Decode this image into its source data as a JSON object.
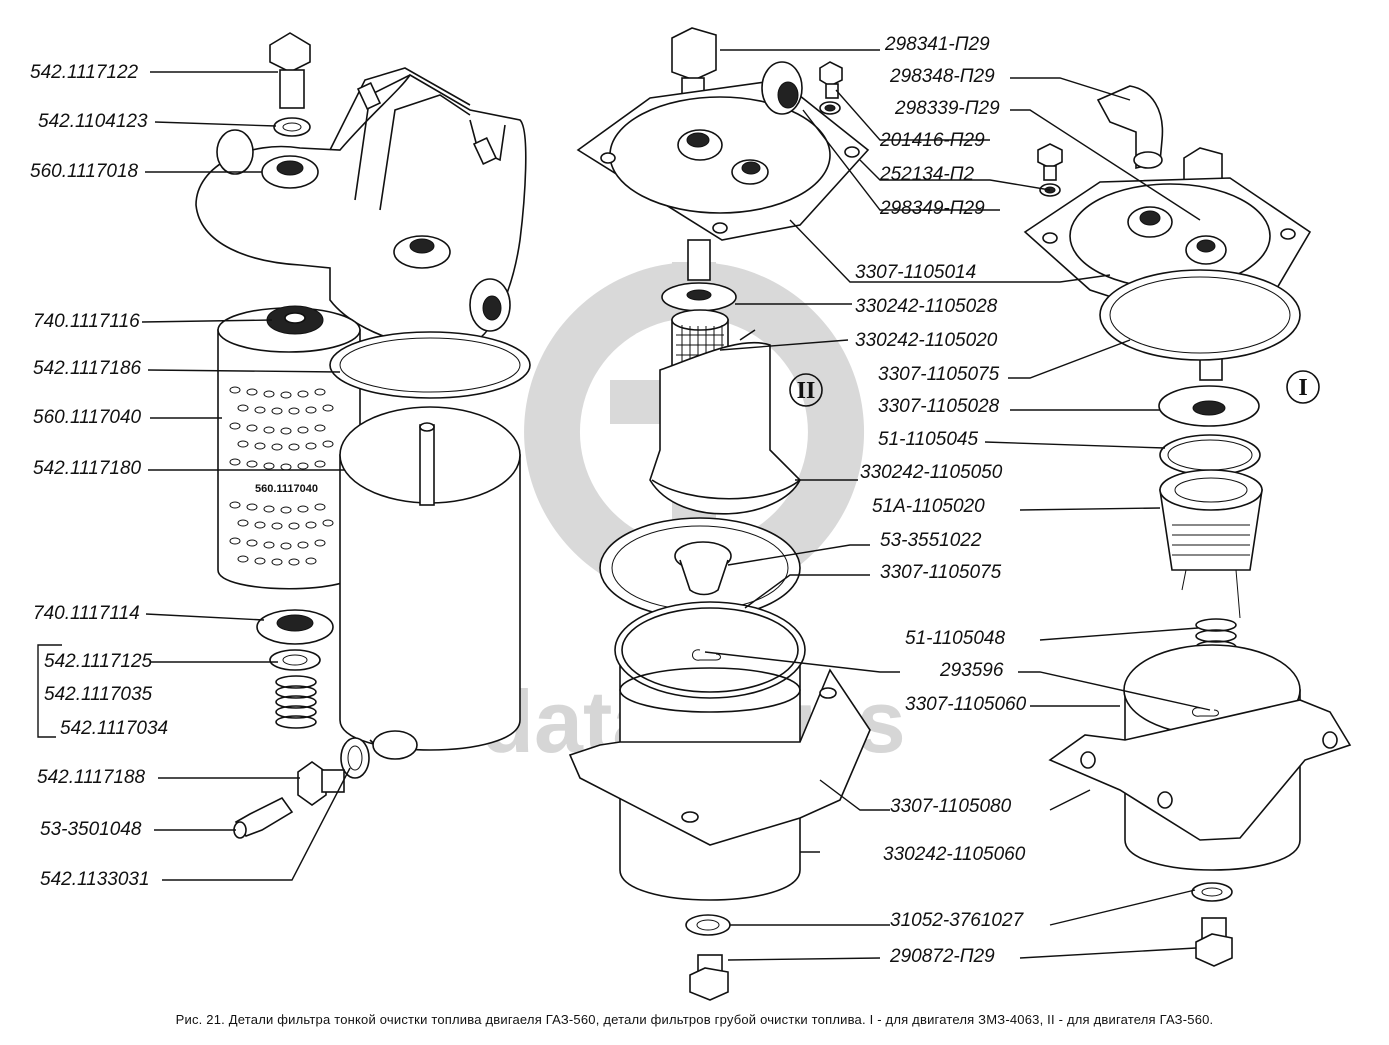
{
  "watermark": {
    "text": "data-parts"
  },
  "caption": "Рис. 21. Детали фильтра тонкой очистки топлива двигаеля ГАЗ-560, детали фильтров грубой очистки топлива. I - для двигателя ЗМЗ-4063, II - для двигателя ГАЗ-560.",
  "assembly_marks": {
    "II": "II",
    "I": "I"
  },
  "filter_element_marking": "560.1117040",
  "left_labels": [
    "542.1117122",
    "542.1104123",
    "560.1117018",
    "740.1117116",
    "542.1117186",
    "560.1117040",
    "542.1117180",
    "740.1117114",
    "542.1117125",
    "542.1117035",
    "542.1117034",
    "542.1117188",
    "53-3501048",
    "542.1133031"
  ],
  "right_labels": [
    "298341-П29",
    "298348-П29",
    "298339-П29",
    "201416-П29",
    "252134-П2",
    "298349-П29",
    "3307-1105014",
    "330242-1105028",
    "330242-1105020",
    "3307-1105075",
    "3307-1105028",
    "51-1105045",
    "330242-1105050",
    "51А-1105020",
    "53-3551022",
    "3307-1105075",
    "51-1105048",
    "293596",
    "3307-1105060",
    "3307-1105080",
    "330242-1105060",
    "31052-3761027",
    "290872-П29"
  ]
}
